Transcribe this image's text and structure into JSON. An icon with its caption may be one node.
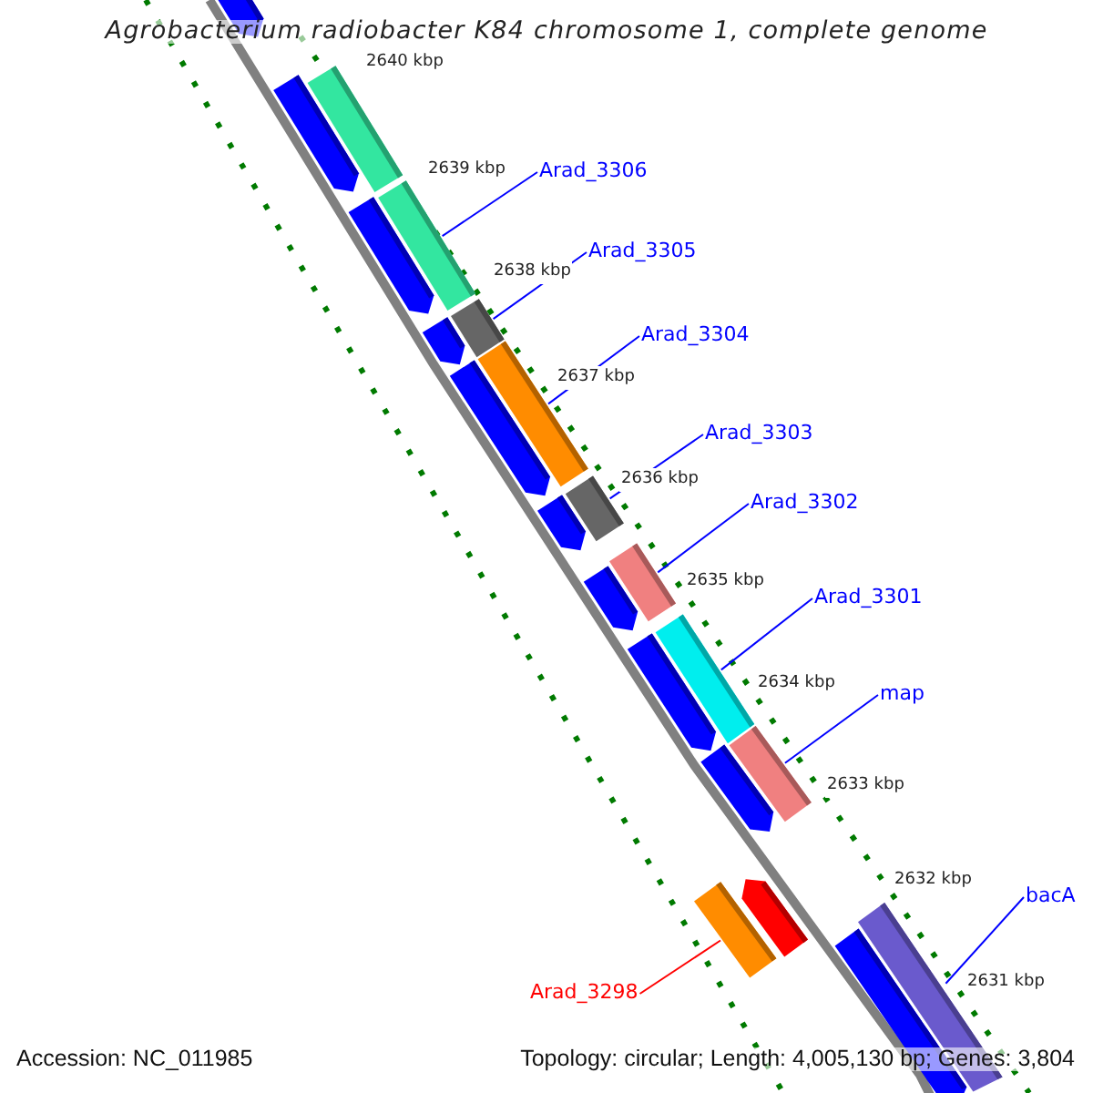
{
  "diagram": {
    "title": "Agrobacterium radiobacter K84 chromosome 1, complete genome",
    "nodes": [
      {
        "text": [
          "Arad_3306"
        ]
      },
      {
        "text": [
          "Arad_3305"
        ]
      },
      {
        "text": [
          "Arad_3304"
        ]
      },
      {
        "text": [
          "Arad_3303"
        ]
      },
      {
        "text": [
          "Arad_3302"
        ]
      },
      {
        "text": [
          "Arad_3301"
        ]
      },
      {
        "text": [
          "map"
        ]
      },
      {
        "text": [
          "bacA"
        ]
      },
      {
        "text": [
          "Arad_3298"
        ]
      },
      {
        "text": [],
        "shape": "arrow"
      },
      {
        "text": [],
        "shape": "box"
      },
      {
        "text": [],
        "shape": "arrow"
      },
      {
        "text": [],
        "shape": "box"
      },
      {
        "text": [],
        "shape": "arrow"
      },
      {
        "text": [],
        "shape": "box"
      },
      {
        "text": [],
        "shape": "arrow"
      },
      {
        "text": [],
        "shape": "box"
      },
      {
        "text": [],
        "shape": "arrow"
      },
      {
        "text": [],
        "shape": "box"
      },
      {
        "text": [],
        "shape": "arrow"
      },
      {
        "text": [],
        "shape": "box"
      },
      {
        "text": [],
        "shape": "arrow"
      },
      {
        "text": [],
        "shape": "box"
      },
      {
        "text": [],
        "shape": "arrow"
      },
      {
        "text": [],
        "shape": "box"
      },
      {
        "text": [],
        "shape": "arrow"
      },
      {
        "text": [],
        "shape": "arrow"
      },
      {
        "text": [],
        "shape": "box"
      },
      {
        "text": [],
        "shape": "box"
      },
      {
        "text": [],
        "shape": "arrow"
      }
    ],
    "edges": [
      {
        "from": 0,
        "to": 12,
        "arrow": "none"
      },
      {
        "from": 1,
        "to": 14,
        "arrow": "none"
      },
      {
        "from": 2,
        "to": 16,
        "arrow": "none"
      },
      {
        "from": 3,
        "to": 18,
        "arrow": "none"
      },
      {
        "from": 4,
        "to": 20,
        "arrow": "none"
      },
      {
        "from": 5,
        "to": 22,
        "arrow": "none"
      },
      {
        "from": 6,
        "to": 24,
        "arrow": "none"
      },
      {
        "from": 7,
        "to": 28,
        "arrow": "none"
      },
      {
        "from": 8,
        "to": 27,
        "arrow": "none",
        "color": "#ff0000"
      }
    ],
    "labels": [
      "2640 kbp",
      "2639 kbp",
      "2638 kbp",
      "2637 kbp",
      "2636 kbp",
      "2635 kbp",
      "2634 kbp",
      "2633 kbp",
      "2632 kbp",
      "2631 kbp",
      "Accession: NC_011985",
      "Topology: circular; Length: 4,005,130 bp; Genes: 3,804"
    ]
  }
}
